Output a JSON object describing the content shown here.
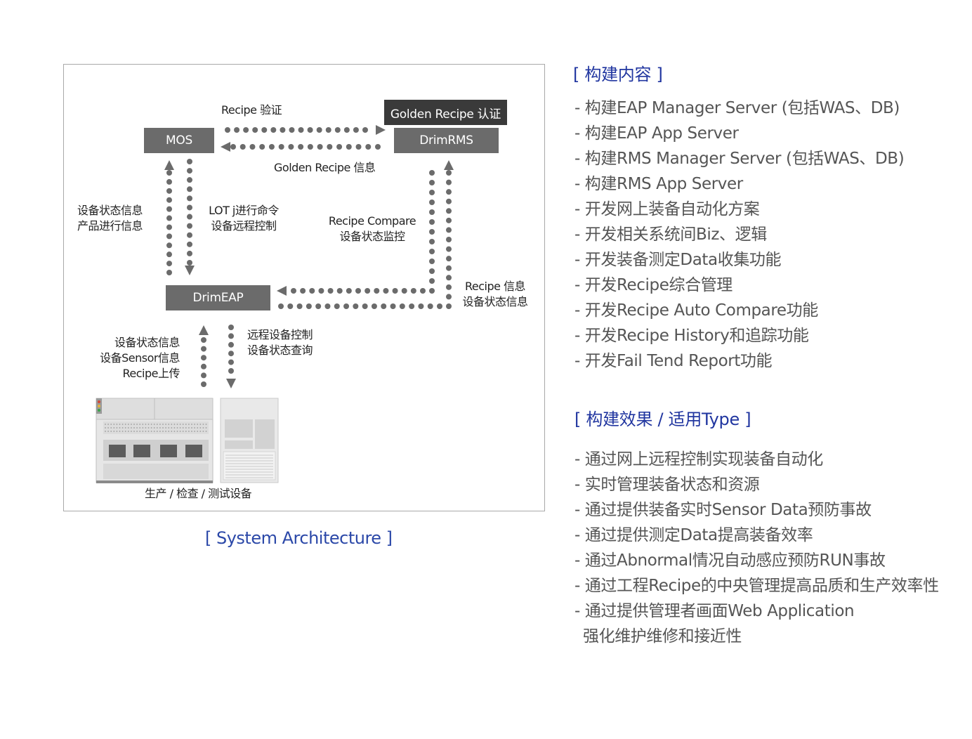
{
  "diagram": {
    "nodes": {
      "mos": "MOS",
      "drimrms": "DrimRMS",
      "golden_recipe_cert": "Golden Recipe 认证",
      "drimeap": "DrimEAP"
    },
    "labels": {
      "recipe_verify": "Recipe 验证",
      "golden_recipe_info": "Golden Recipe 信息",
      "left_up": [
        "设备状态信息",
        "产品进行信息"
      ],
      "left_down": [
        "LOT j进行命令",
        "设备远程控制"
      ],
      "recipe_compare": [
        "Recipe Compare",
        "设备状态监控"
      ],
      "right_info": [
        "Recipe 信息",
        "设备状态信息"
      ],
      "equip_up": [
        "设备状态信息",
        "设备Sensor信息",
        "Recipe上传"
      ],
      "equip_down": [
        "远程设备控制",
        "设备状态查询"
      ],
      "equipment": "生产 / 检查 / 测试设备"
    },
    "caption": "[ System Architecture ]",
    "colors": {
      "node": "#6b6b6b",
      "node_dark": "#3a3a3a",
      "dots": "#6b6b6b",
      "caption": "#2b48a8"
    }
  },
  "section1": {
    "title": "[ 构建内容 ]",
    "items": [
      "- 构建EAP Manager Server (包括WAS、DB)",
      "- 构建EAP App Server",
      "- 构建RMS Manager Server (包括WAS、DB)",
      "- 构建RMS App Server",
      "- 开发网上装备自动化方案",
      "- 开发相关系统间Biz、逻辑",
      "- 开发装备测定Data收集功能",
      "- 开发Recipe综合管理",
      "- 开发Recipe Auto Compare功能",
      "- 开发Recipe History和追踪功能",
      "- 开发Fail Tend Report功能"
    ]
  },
  "section2": {
    "title": "[ 构建效果 / 适用Type ]",
    "items": [
      "- 通过网上远程控制实现装备自动化",
      "- 实时管理装备状态和资源",
      "- 通过提供装备实时Sensor Data预防事故",
      "- 通过提供测定Data提高装备效率",
      "- 通过Abnormal情况自动感应预防RUN事故",
      "- 通过工程Recipe的中央管理提高品质和生产效率性",
      "- 通过提供管理者画面Web Application",
      "强化维护维修和接近性"
    ]
  },
  "colors": {
    "section_title": "#2136a0",
    "list_text": "#555555"
  }
}
